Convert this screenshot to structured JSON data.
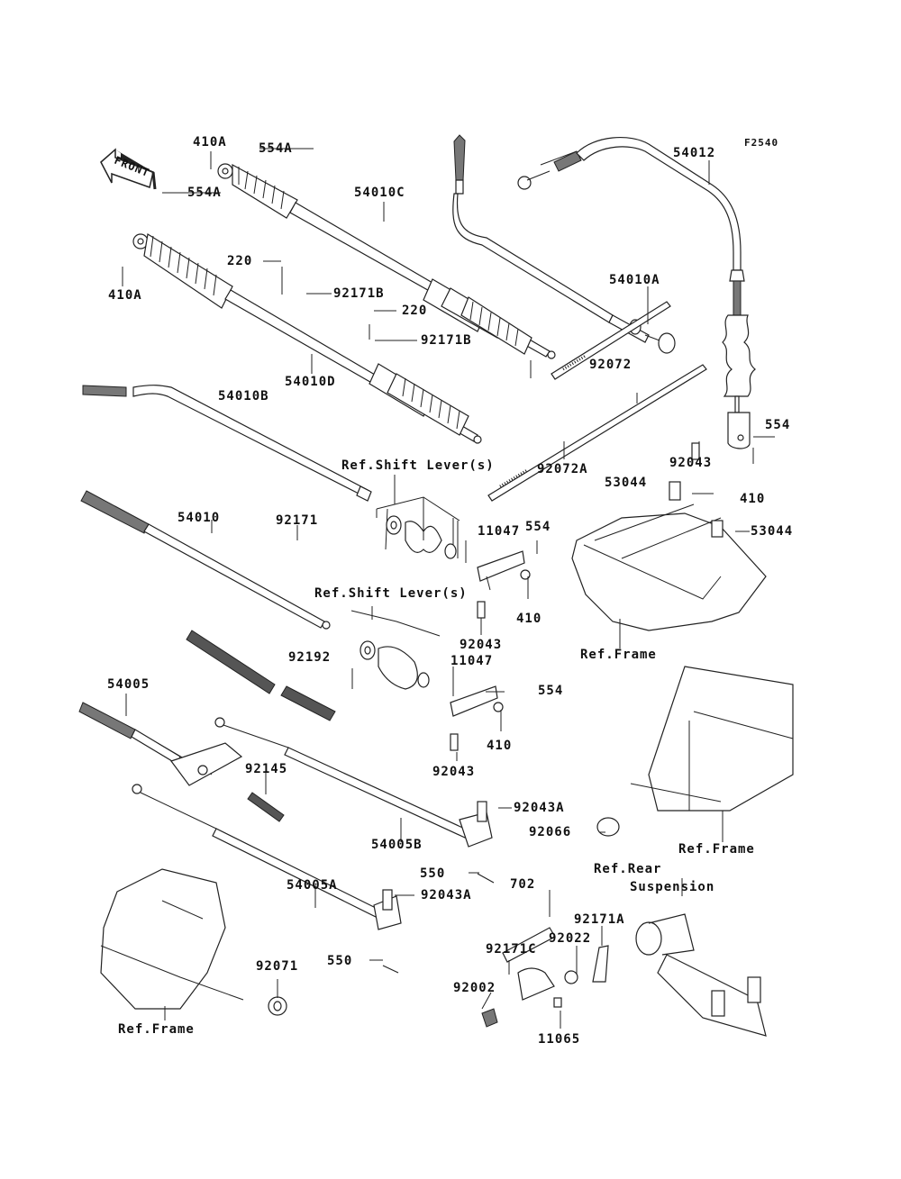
{
  "diagram": {
    "figure_code": "F2540",
    "front_arrow": "FRONT",
    "colors": {
      "line": "#222222",
      "background": "#ffffff"
    },
    "labels": {
      "p410A_1": "410A",
      "p554A_1": "554A",
      "p54010C": "54010C",
      "p554A_2": "554A",
      "p410A_2": "410A",
      "p220_1": "220",
      "p92171B_1": "92171B",
      "p220_2": "220",
      "p92171B_2": "92171B",
      "p54010D": "54010D",
      "p54012": "54012",
      "p54010A": "54010A",
      "p92072": "92072",
      "p92072A": "92072A",
      "p54010B": "54010B",
      "ref_shift_1": "Ref.Shift Lever(s)",
      "p54010": "54010",
      "p92171": "92171",
      "p11047_1": "11047",
      "p554_1": "554",
      "p410_1": "410",
      "p92043_1": "92043",
      "p92043_top": "92043",
      "p554_top": "554",
      "p410_top": "410",
      "p53044_1": "53044",
      "p53044_2": "53044",
      "ref_frame_1": "Ref.Frame",
      "ref_shift_2": "Ref.Shift Lever(s)",
      "p92192": "92192",
      "p11047_2": "11047",
      "p554_2": "554",
      "p410_2": "410",
      "p92043_2": "92043",
      "p54005": "54005",
      "p92145": "92145",
      "p92043A_1": "92043A",
      "p92066": "92066",
      "ref_frame_2": "Ref.Frame",
      "p54005B": "54005B",
      "p550_1": "550",
      "p54005A": "54005A",
      "p92043A_2": "92043A",
      "p550_2": "550",
      "ref_rear_1": "Ref.Rear",
      "ref_rear_2": "Suspension",
      "p702": "702",
      "p92171A": "92171A",
      "p92171C": "92171C",
      "p92022": "92022",
      "p92002": "92002",
      "p11065": "11065",
      "p92071": "92071",
      "ref_frame_3": "Ref.Frame"
    }
  }
}
